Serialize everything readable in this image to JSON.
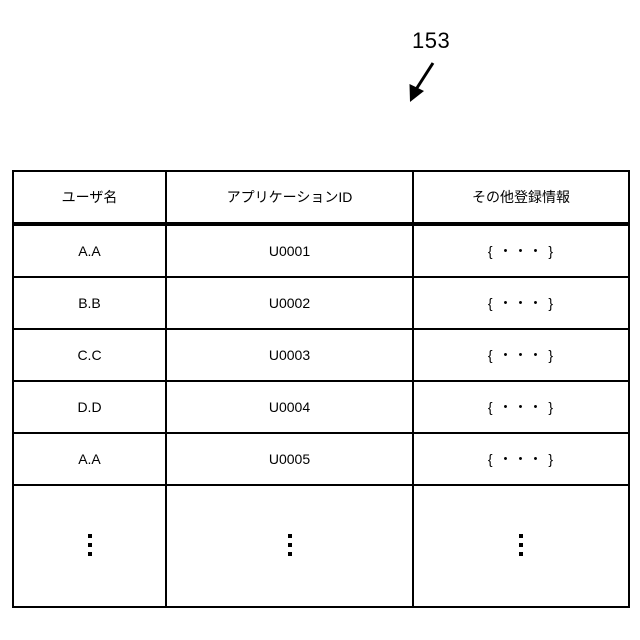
{
  "figure": {
    "reference_number": "153",
    "arrow_icon": "arrow-down-left-icon"
  },
  "table": {
    "columns": [
      {
        "key": "user_name",
        "label": "ユーザ名"
      },
      {
        "key": "application_id",
        "label": "アプリケーションID"
      },
      {
        "key": "other_info",
        "label": "その他登録情報"
      }
    ],
    "rows": [
      {
        "user_name": "A.A",
        "application_id": "U0001",
        "other_info": "{ ・・・ }"
      },
      {
        "user_name": "B.B",
        "application_id": "U0002",
        "other_info": "{ ・・・ }"
      },
      {
        "user_name": "C.C",
        "application_id": "U0003",
        "other_info": "{ ・・・ }"
      },
      {
        "user_name": "D.D",
        "application_id": "U0004",
        "other_info": "{ ・・・ }"
      },
      {
        "user_name": "A.A",
        "application_id": "U0005",
        "other_info": "{ ・・・ }"
      }
    ],
    "continuation_row": {
      "user_name": "vertical-ellipsis",
      "application_id": "vertical-ellipsis",
      "other_info": "vertical-ellipsis"
    }
  },
  "colors": {
    "background": "#ffffff",
    "ink": "#000000"
  }
}
